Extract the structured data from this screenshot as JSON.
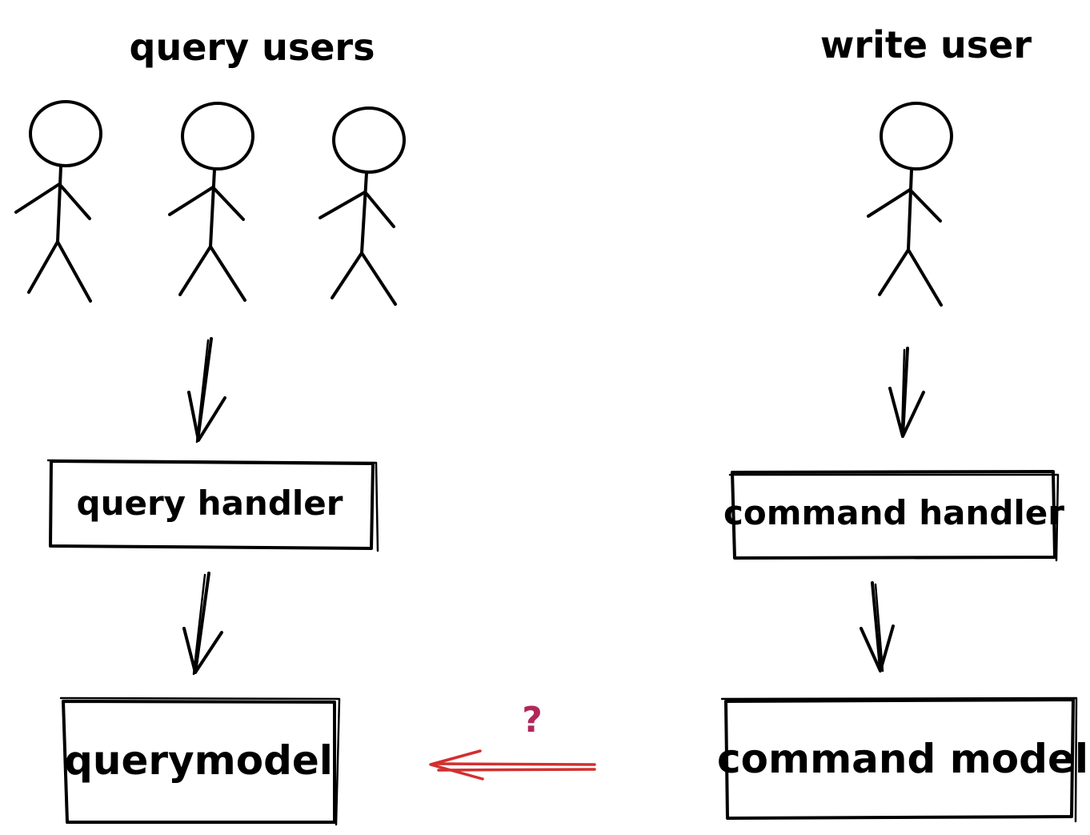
{
  "labels": {
    "query_users": "query users",
    "write_user": "write user",
    "query_handler": "query handler",
    "command_handler": "command handler",
    "querymodel": "querymodel",
    "command_model": "command model",
    "question_mark": "?"
  },
  "colors": {
    "ink": "#000000",
    "sync_arrow": "#d32f2f",
    "question": "#b0285a",
    "background": "#ffffff"
  },
  "icons": {
    "user": "stick-figure-icon",
    "flow": "down-arrow-icon",
    "sync": "left-arrow-icon"
  }
}
